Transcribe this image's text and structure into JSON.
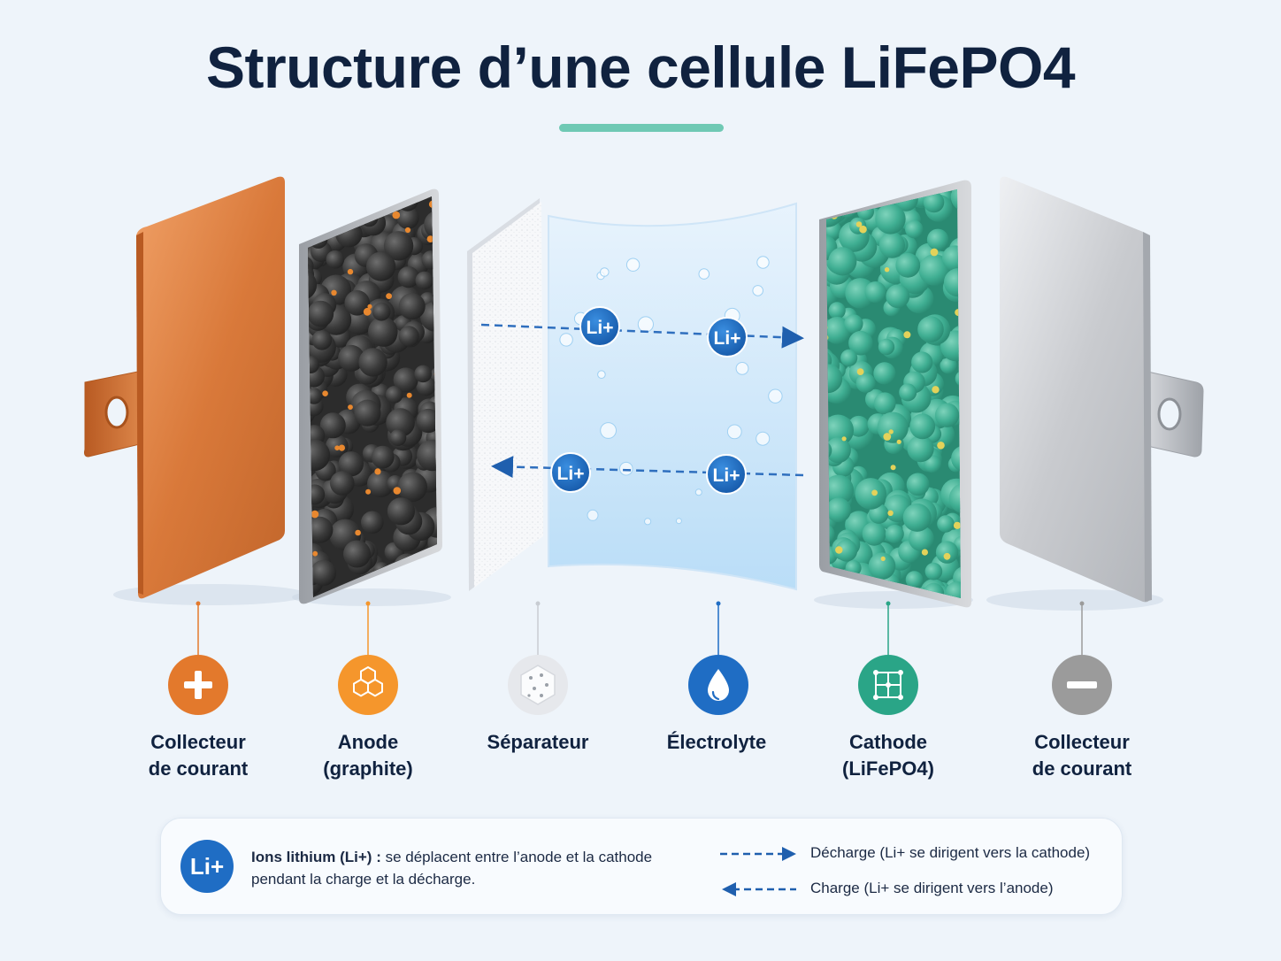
{
  "title": "Structure d’une cellule LiFePO4",
  "ion_symbol": "Li+",
  "components": [
    {
      "id": "collector-left",
      "label_line1": "Collecteur",
      "label_line2": "de courant",
      "icon": "plus-icon",
      "color": "#e3792c"
    },
    {
      "id": "anode",
      "label_line1": "Anode",
      "label_line2": "(graphite)",
      "icon": "hexagon-lattice-icon",
      "color": "#f5962c"
    },
    {
      "id": "separator",
      "label_line1": "Séparateur",
      "label_line2": "",
      "icon": "porous-membrane-icon",
      "color": "#e6e8ec"
    },
    {
      "id": "electrolyte",
      "label_line1": "Électrolyte",
      "label_line2": "",
      "icon": "droplet-icon",
      "color": "#1f6dc4"
    },
    {
      "id": "cathode",
      "label_line1": "Cathode",
      "label_line2": "(LiFePO4)",
      "icon": "crystal-lattice-icon",
      "color": "#2aa587"
    },
    {
      "id": "collector-right",
      "label_line1": "Collecteur",
      "label_line2": "de courant",
      "icon": "minus-icon",
      "color": "#9b9b9b"
    }
  ],
  "legend": {
    "ion_badge": "Li+",
    "ion_title": "Ions lithium (Li+) :",
    "ion_description": "se déplacent entre l’anode et la cathode pendant la charge et la décharge.",
    "discharge": "Décharge (Li+ se dirigent vers la cathode)",
    "charge": "Charge (Li+ se dirigent vers l’anode)"
  },
  "colors": {
    "accent": "#6fc9b4",
    "ion_blue": "#1f6dc4",
    "copper": "#d9793a",
    "graphite": "#3a3a3a",
    "cathode_green": "#3fae92",
    "aluminium": "#c9cbcf"
  }
}
